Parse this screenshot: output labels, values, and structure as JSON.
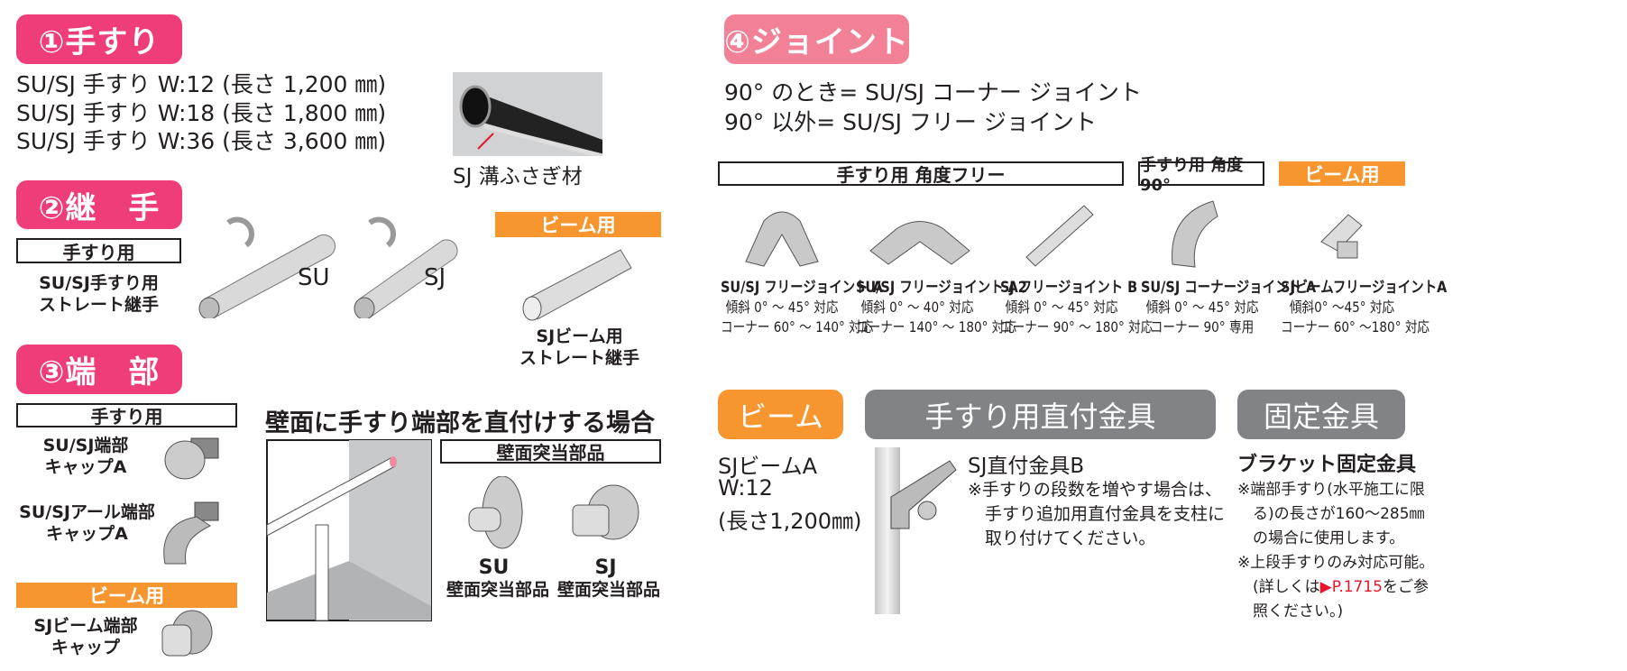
{
  "s1": {
    "badge": "①手すり",
    "lines": [
      "SU/SJ 手すり W:12 (長さ 1,200 ㎜)",
      "SU/SJ 手すり W:18 (長さ 1,800 ㎜)",
      "SU/SJ 手すり W:36 (長さ 3,600 ㎜)"
    ],
    "img_caption": "SJ 溝ふさぎ材"
  },
  "s2": {
    "badge": "②継　手",
    "box": "手すり用",
    "name1": "SU/SJ手すり用",
    "name2": "ストレート継手",
    "su": "SU",
    "sj": "SJ",
    "beam_label": "ビーム用",
    "beam_name1": "SJビーム用",
    "beam_name2": "ストレート継手"
  },
  "s3": {
    "badge": "③端　部",
    "box": "手すり用",
    "cap_a1": "SU/SJ端部",
    "cap_a2": "キャップA",
    "r_a1": "SU/SJアール端部",
    "r_a2": "キャップA",
    "beam_label": "ビーム用",
    "beam_cap1": "SJビーム端部",
    "beam_cap2": "キャップ",
    "wall_heading": "壁面に手すり端部を直付けする場合",
    "wall_box": "壁面突当部品",
    "su": "SU",
    "sj": "SJ",
    "su_name": "壁面突当部品",
    "sj_name": "壁面突当部品"
  },
  "s4": {
    "badge": "④ジョイント",
    "line1": "90° のとき= SU/SJ コーナー ジョイント",
    "line2": "90° 以外= SU/SJ フリー ジョイント",
    "group_free": "手すり用 角度フリー",
    "group_90": "手すり用 角度90°",
    "group_beam": "ビーム用",
    "items": [
      {
        "name": "SU/SJ フリージョイント A",
        "l2": "傾斜 0° ～ 45° 対応",
        "l3": "コーナー 60° ～ 140° 対応"
      },
      {
        "name": "SU/SJ フリージョイント A2",
        "l2": "傾斜 0° ～ 40° 対応",
        "l3": "コーナー 140° ～ 180° 対応"
      },
      {
        "name": "SJ フリージョイント B",
        "l2": "傾斜 0° ～ 45° 対応",
        "l3": "コーナー 90° ～ 180° 対応"
      },
      {
        "name": "SU/SJ コーナージョイント A",
        "l2": "傾斜 0° ～ 45° 対応",
        "l3": "コーナー 90° 専用"
      },
      {
        "name": "SJビームフリージョイントA",
        "l2": "傾斜0° ～45° 対応",
        "l3": "コーナー 60° ～180° 対応"
      }
    ]
  },
  "beam": {
    "header": "ビーム",
    "name": "SJビームA",
    "w": "W:12",
    "len": "(長さ1,200㎜)"
  },
  "direct": {
    "header": "手すり用直付金具",
    "name": "SJ直付金具B",
    "notes": [
      "※手すりの段数を増やす場合は、",
      "　手すり追加用直付金具を支柱に",
      "　取り付けてください。"
    ]
  },
  "fixed": {
    "header": "固定金具",
    "name": "ブラケット固定金具",
    "notes": [
      "※端部手すり(水平施工に限",
      "　る)の長さが160～285㎜",
      "　の場合に使用します。",
      "※上段手すりのみ対応可能。",
      "　(詳しくは"
    ],
    "link": "▶P.1715",
    "after_link": "をご参",
    "last": "　照ください。)"
  },
  "colors": {
    "pink": "#ef3d79",
    "pink_light": "#f28197",
    "orange": "#f7962f",
    "gray": "#818386",
    "link_red": "#e6162d"
  }
}
